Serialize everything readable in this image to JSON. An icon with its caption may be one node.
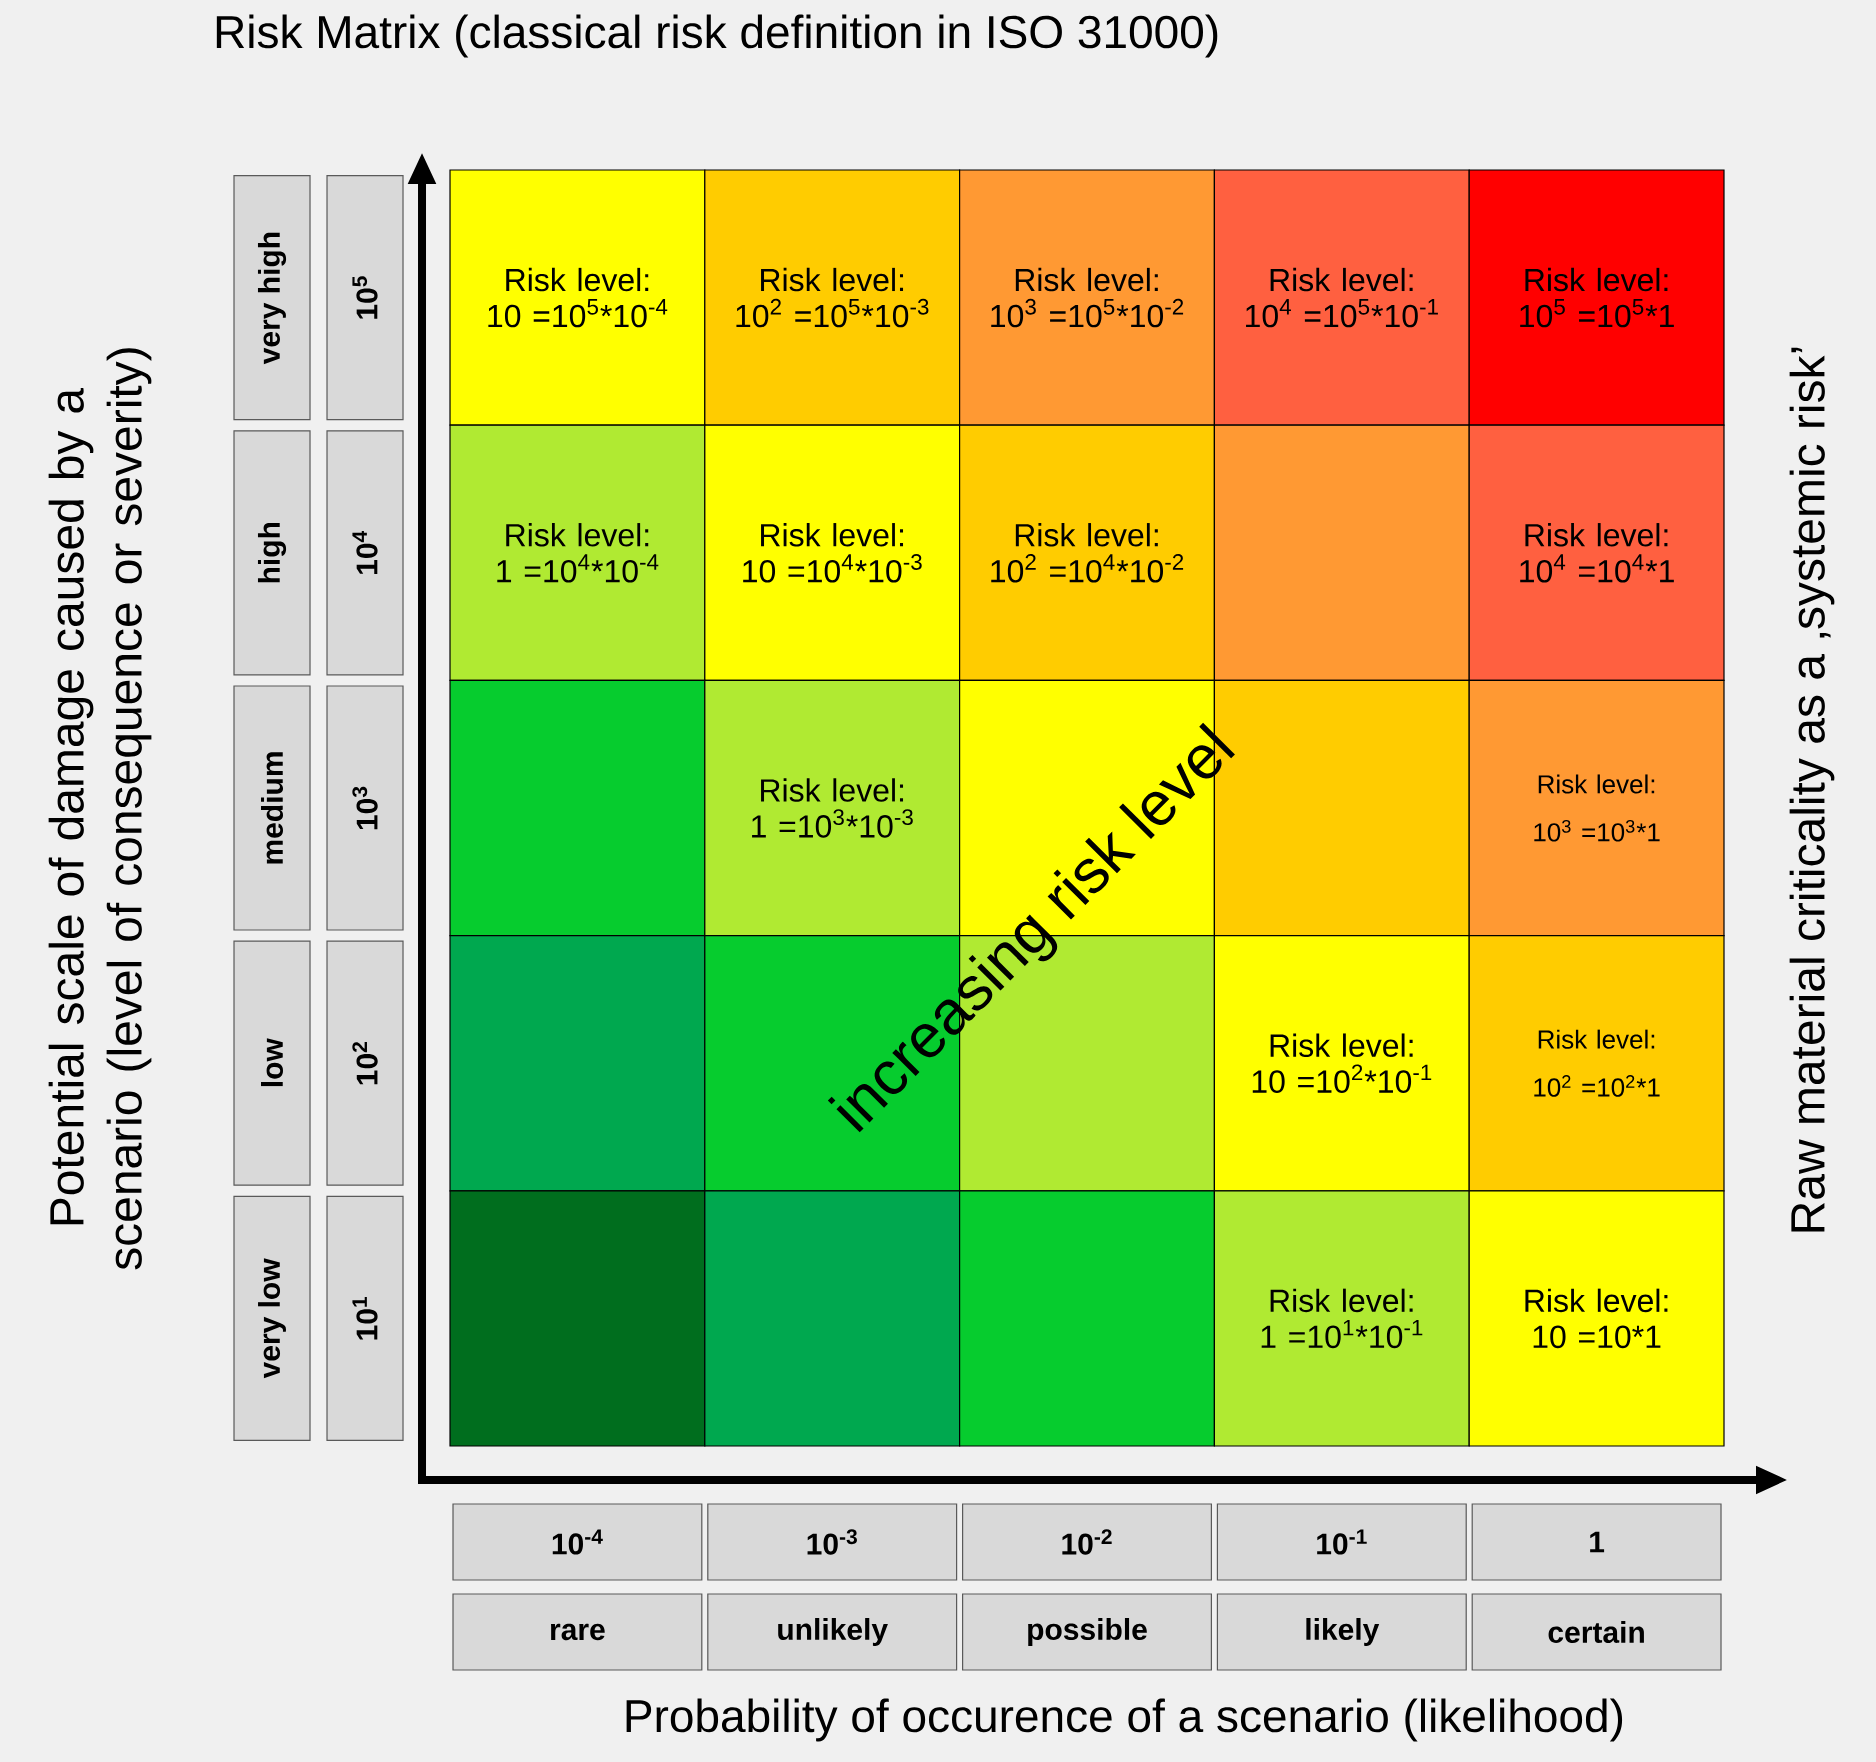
{
  "diagram": {
    "title": "Risk Matrix (classical risk definition in ISO 31000)",
    "nodes": [
      {
        "text": [
          "Risk level: 10 =10$^{5}$*10$^{-4}$"
        ]
      },
      {
        "text": [
          "Risk level: 10$^{2}$ =10$^{5}$*10$^{-3}$"
        ]
      },
      {
        "text": [
          "Risk level: 10$^{3}$ =10$^{5}$*10$^{-2}$"
        ]
      },
      {
        "text": [
          "Risk level: 10$^{4}$ =10$^{5}$*10$^{-1}$"
        ]
      },
      {
        "text": [
          "Risk level: 10$^{5}$ =10$^{5}$*1"
        ]
      },
      {
        "text": [
          "Risk level: 1 =10$^{4}$*10$^{-4}$"
        ]
      },
      {
        "text": [
          "Risk level: 10 =10$^{4}$*10$^{-3}$"
        ]
      },
      {
        "text": [
          "Risk level: 10$^{2}$ =10$^{4}$*10$^{-2}$"
        ]
      },
      {
        "text": [],
        "shape": "box"
      },
      {
        "text": [
          "Risk level: 10$^{4}$ =10$^{4}$*1"
        ]
      },
      {
        "text": [],
        "shape": "box"
      },
      {
        "text": [
          "Risk level: 1 =10$^{3}$*10$^{-3}$"
        ]
      },
      {
        "text": [],
        "shape": "box"
      },
      {
        "text": [],
        "shape": "box"
      },
      {
        "text": [
          "Risk level: 10$^{3}$ =10$^{3}$*1"
        ]
      },
      {
        "text": [],
        "shape": "box"
      },
      {
        "text": [],
        "shape": "box"
      },
      {
        "text": [],
        "shape": "box"
      },
      {
        "text": [
          "Risk level: 10 =10$^{2}$*10$^{-1}$"
        ]
      },
      {
        "text": [
          "Risk level: 10$^{2}$ =10$^{2}$*1"
        ]
      },
      {
        "text": [],
        "shape": "box"
      },
      {
        "text": [],
        "shape": "box"
      },
      {
        "text": [],
        "shape": "box"
      },
      {
        "text": [
          "Risk level: 1 =10$^{1}$*10$^{-1}$"
        ]
      },
      {
        "text": [
          "Risk level: 10 =10*1"
        ]
      },
      {
        "text": [
          "very high"
        ]
      },
      {
        "text": [
          "high"
        ]
      },
      {
        "text": [
          "medium"
        ]
      },
      {
        "text": [
          "low"
        ]
      },
      {
        "text": [
          "very low"
        ]
      },
      {
        "text": [
          "10$^{5}$"
        ]
      },
      {
        "text": [
          "10$^{4}$"
        ]
      },
      {
        "text": [
          "10$^{3}$"
        ]
      },
      {
        "text": [
          "10$^{2}$"
        ]
      },
      {
        "text": [
          "10$^{1}$"
        ]
      },
      {
        "text": [
          "10$^{-4}$"
        ]
      },
      {
        "text": [
          "10$^{-3}$"
        ]
      },
      {
        "text": [
          "10$^{-2}$"
        ]
      },
      {
        "text": [
          "10$^{-1}$"
        ]
      },
      {
        "text": [
          "1"
        ]
      },
      {
        "text": [
          "rare"
        ]
      },
      {
        "text": [
          "unlikely"
        ]
      },
      {
        "text": [
          "possible"
        ]
      },
      {
        "text": [
          "likely"
        ]
      },
      {
        "text": [
          "certain"
        ]
      }
    ],
    "labels": [
      "Potential scale of damage caused by a scenario (level of consequence or severity)",
      "increasing risk level",
      "Probability of occurence of a scenario (likelihood)",
      "Raw material criticality as a ‚systemic risk’"
    ]
  }
}
